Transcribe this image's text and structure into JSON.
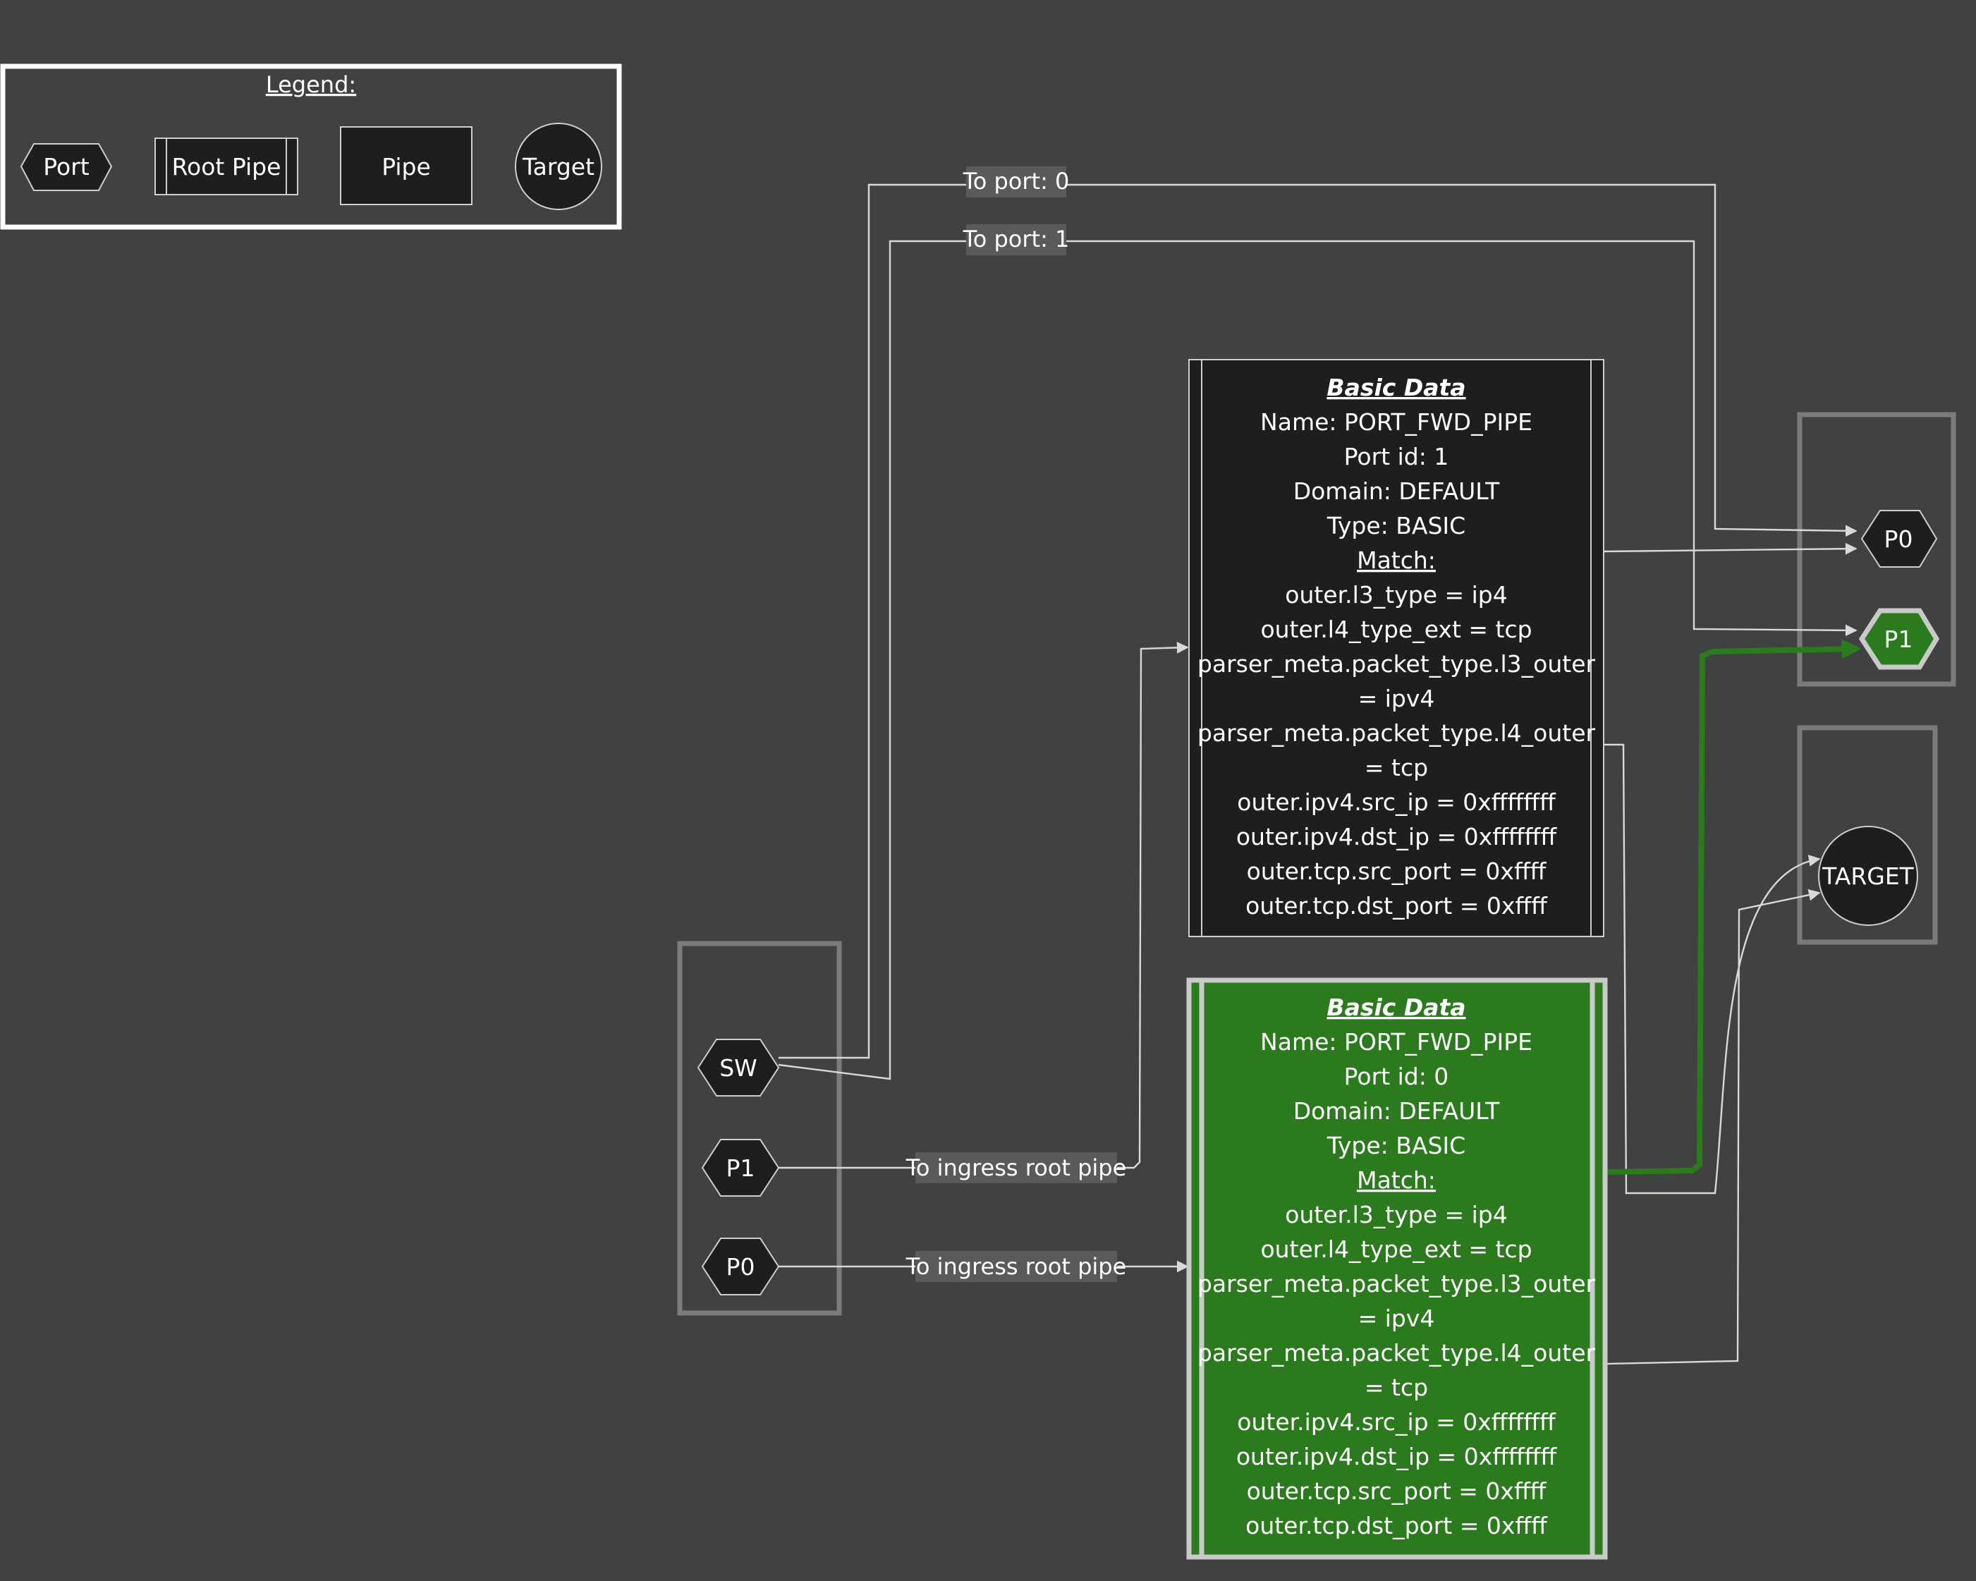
{
  "legend": {
    "title": "Legend:",
    "port": "Port",
    "root_pipe": "Root Pipe",
    "pipe": "Pipe",
    "target": "Target"
  },
  "edges": {
    "sw_to_p0": "To port: 0",
    "sw_to_p1": "To port: 1",
    "p1_ingress": "To ingress root pipe",
    "p0_ingress": "To ingress root pipe"
  },
  "ports": {
    "sw": "SW",
    "src_p1": "P1",
    "src_p0": "P0",
    "dst_p0": "P0",
    "dst_p1": "P1"
  },
  "target": {
    "label": "TARGET"
  },
  "pipe_top": {
    "heading": "Basic Data",
    "name": "Name: PORT_FWD_PIPE",
    "port_id": "Port id: 1",
    "domain": "Domain: DEFAULT",
    "type": "Type: BASIC",
    "match_heading": "Match:",
    "match": [
      "outer.l3_type = ip4",
      "outer.l4_type_ext = tcp",
      "parser_meta.packet_type.l3_outer",
      "= ipv4",
      "parser_meta.packet_type.l4_outer",
      "= tcp",
      "outer.ipv4.src_ip = 0xffffffff",
      "outer.ipv4.dst_ip = 0xffffffff",
      "outer.tcp.src_port = 0xffff",
      "outer.tcp.dst_port = 0xffff"
    ]
  },
  "pipe_bottom": {
    "heading": "Basic Data",
    "name": "Name: PORT_FWD_PIPE",
    "port_id": "Port id: 0",
    "domain": "Domain: DEFAULT",
    "type": "Type: BASIC",
    "match_heading": "Match:",
    "match": [
      "outer.l3_type = ip4",
      "outer.l4_type_ext = tcp",
      "parser_meta.packet_type.l3_outer",
      "= ipv4",
      "parser_meta.packet_type.l4_outer",
      "= tcp",
      "outer.ipv4.src_ip = 0xffffffff",
      "outer.ipv4.dst_ip = 0xffffffff",
      "outer.tcp.src_port = 0xffff",
      "outer.tcp.dst_port = 0xffff"
    ]
  },
  "colors": {
    "background": "#404141",
    "node_fill": "#1e1e1e",
    "highlight": "#2b7a1e",
    "edge": "#d9d9d9",
    "group_border": "#7b7b7b"
  }
}
